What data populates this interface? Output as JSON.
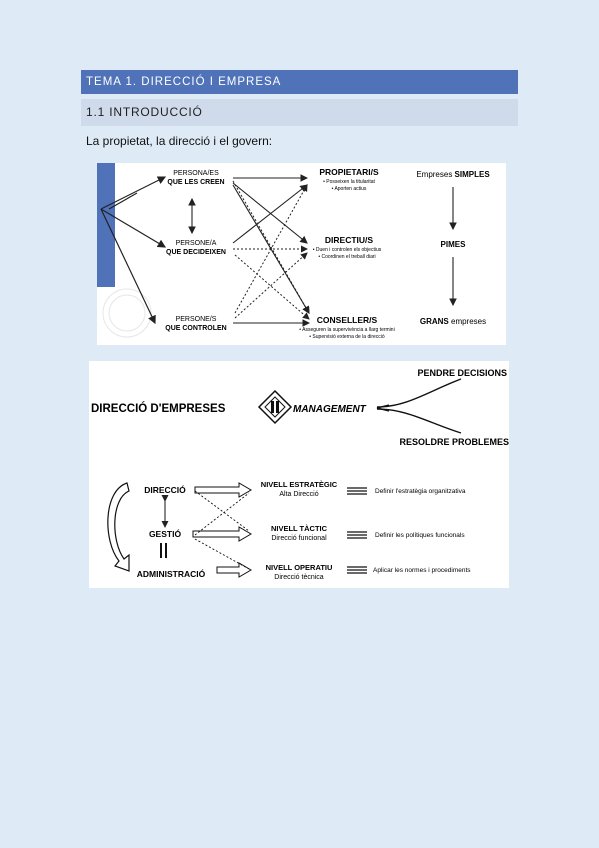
{
  "header": {
    "section_title": "TEMA 1. DIRECCIÓ I EMPRESA",
    "subsection_title": "1.1 INTRODUCCIÓ",
    "intro_text": "La propietat, la direcció i el govern:"
  },
  "figure1": {
    "left_nodes": [
      {
        "line1": "PERSONA/ES",
        "line2": "QUE LES CREEN"
      },
      {
        "line1": "PERSONE/A",
        "line2": "QUE DECIDEIXEN"
      },
      {
        "line1": "PERSONE/S",
        "line2": "QUE CONTROLEN"
      }
    ],
    "right_nodes": [
      {
        "title": "PROPIETARI/S",
        "sub1": "• Posseixen la titularitat",
        "sub2": "• Aporten actius"
      },
      {
        "title": "DIRECTIU/S",
        "sub1": "• Duen i controlen els objectius",
        "sub2": "• Coordinen el treball diari"
      },
      {
        "title": "CONSELLER/S",
        "sub1": "• Asseguren la supervivència a llarg termini",
        "sub2": "• Supervisió externa de la direcció"
      }
    ],
    "company_types": [
      {
        "a": "Empreses ",
        "b": "SIMPLES"
      },
      {
        "a": "PIMES",
        "b": ""
      },
      {
        "a": "GRANS",
        "b": " empreses"
      }
    ],
    "colors": {
      "accent_bar": "#4f72b8"
    }
  },
  "figure2": {
    "title": "DIRECCIÓ D'EMPRESES",
    "management": "MANAGEMENT",
    "top_label": "PENDRE DECISIONS",
    "bottom_label": "RESOLDRE PROBLEMES",
    "levels": [
      {
        "left": "DIRECCIÓ",
        "name": "NIVELL ESTRATÈGIC",
        "sub": "Alta Direcció",
        "desc": "Definir l'estratègia organitzativa"
      },
      {
        "left": "GESTIÓ",
        "name": "NIVELL TÀCTIC",
        "sub": "Direcció funcional",
        "desc": "Definir les polítiques funcionals"
      },
      {
        "left": "ADMINISTRACIÓ",
        "name": "NIVELL OPERATIU",
        "sub": "Direcció tècnica",
        "desc": "Aplicar les normes i procediments"
      }
    ]
  }
}
